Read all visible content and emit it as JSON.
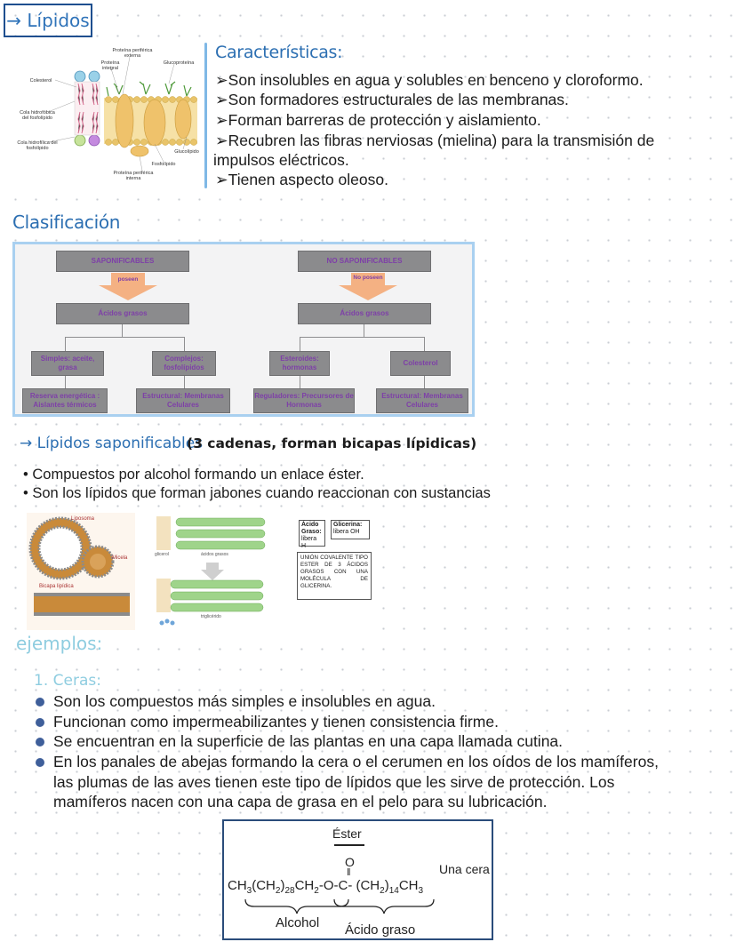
{
  "title": "→ Lípidos",
  "membrane_figure": {
    "labels": {
      "proteina_periferica_externa": "Proteína periférica externa",
      "proteina_integral": "Proteína integral",
      "glucoproteina": "Glucoproteína",
      "colesterol": "Colesterol",
      "cola_hidrofobica": "Cola hidrofóbica del fosfolípido",
      "cola_hidrofilica": "Cola hidrofílica del fosfolípido",
      "glucolipido": "Glucolípido",
      "fosfolipido": "Fosfolípido",
      "proteina_periferica_interna": "Proteína periférica interna"
    }
  },
  "caracteristicas": {
    "title": "Características:",
    "lines": [
      "➢Son insolubles en agua y solubles en benceno y cloroformo.",
      "➢Son formadores estructurales de las membranas.",
      "➢Forman barreras de protección y aislamiento.",
      "➢Recubren las fibras nerviosas (mielina) para la transmisión de",
      "impulsos eléctricos.",
      "➢Tienen aspecto oleoso."
    ]
  },
  "clasificacion": {
    "title": "Clasificación",
    "diagram": {
      "saponificables": "SAPONIFICABLES",
      "no_saponificables": "NO SAPONIFICABLES",
      "arrow_left": "poseen",
      "arrow_right": "No poseen",
      "acidos_left": "Ácidos grasos",
      "acidos_right": "Ácidos grasos",
      "simples": "Simples: aceite, grasa",
      "complejos": "Complejos: fosfolípidos",
      "esteroides": "Esteroides: hormonas",
      "colesterol": "Colesterol",
      "reserva": "Reserva energética : Aislantes térmicos",
      "estructural_left": "Estructural: Membranas Celulares",
      "reguladores": "Reguladores: Precursores de Hormonas",
      "estructural_right": "Estructural: Membranas Celulares"
    }
  },
  "saponificables": {
    "title": "→ Lípidos saponificables",
    "note": "(3 cadenas, forman bicapas lípidicas)",
    "bullets": [
      "• Compuestos por alcohol formando un enlace éster.",
      "• Son los lípidos que forman jabones cuando reaccionan con sustancias"
    ],
    "images": {
      "liposoma": "Liposoma",
      "micela": "Micela",
      "bicapa": "Bicapa lipídica",
      "glicerol": "glicerol",
      "acidos_grasos": "ácidos grasos",
      "trigliceridos": "triglicérido",
      "acido_graso_label": "Ácido Graso:",
      "acido_graso_value": "libera H",
      "glicerina_label": "Glicerina:",
      "glicerina_value": "libera OH",
      "union_text": "UNIÓN COVALENTE TIPO ESTER DE 3 ÁCIDOS GRASOS CON UNA MOLÉCULA DE GLICERINA."
    }
  },
  "ejemplos": {
    "title": "ejemplos:",
    "ceras_title": "1. Ceras:",
    "lines": [
      "Son los compuestos más simples e insolubles en agua.",
      "Funcionan como impermeabilizantes y tienen consistencia firme.",
      "Se encuentran en la superficie de las plantas en una capa llamada cutina.",
      "En los panales de abejas formando la cera o el cerumen en los oídos de los mamíferos,",
      "las plumas de las aves tienen este tipo de lípidos que les sirve de protección. Los",
      "mamíferos nacen con una capa de grasa en el pelo para su lubricación."
    ],
    "formula": {
      "ester": "Éster",
      "o_top": "O",
      "dbl": "‖",
      "part1": "CH",
      "sub1": "3",
      "part2": "(CH",
      "sub2": "2",
      "part3": ")",
      "sub3": "28",
      "part4": "CH",
      "sub4": "2",
      "part5": "-O-C- (CH",
      "sub5": "2",
      "part6": ")",
      "sub6": "14",
      "part7": "CH",
      "sub7": "3",
      "alcohol": "Alcohol",
      "acido": "Ácido graso",
      "una_cera": "Una cera"
    }
  },
  "colors": {
    "accent_blue": "#2c6fb2",
    "light_blue": "#8fcde0",
    "title_border": "#1f4f8f",
    "bullet_dot": "#3f5f9a",
    "box_grey": "#8b8b8d",
    "box_text_purple": "#7e3fa8",
    "arrow_orange": "#f4b183"
  }
}
